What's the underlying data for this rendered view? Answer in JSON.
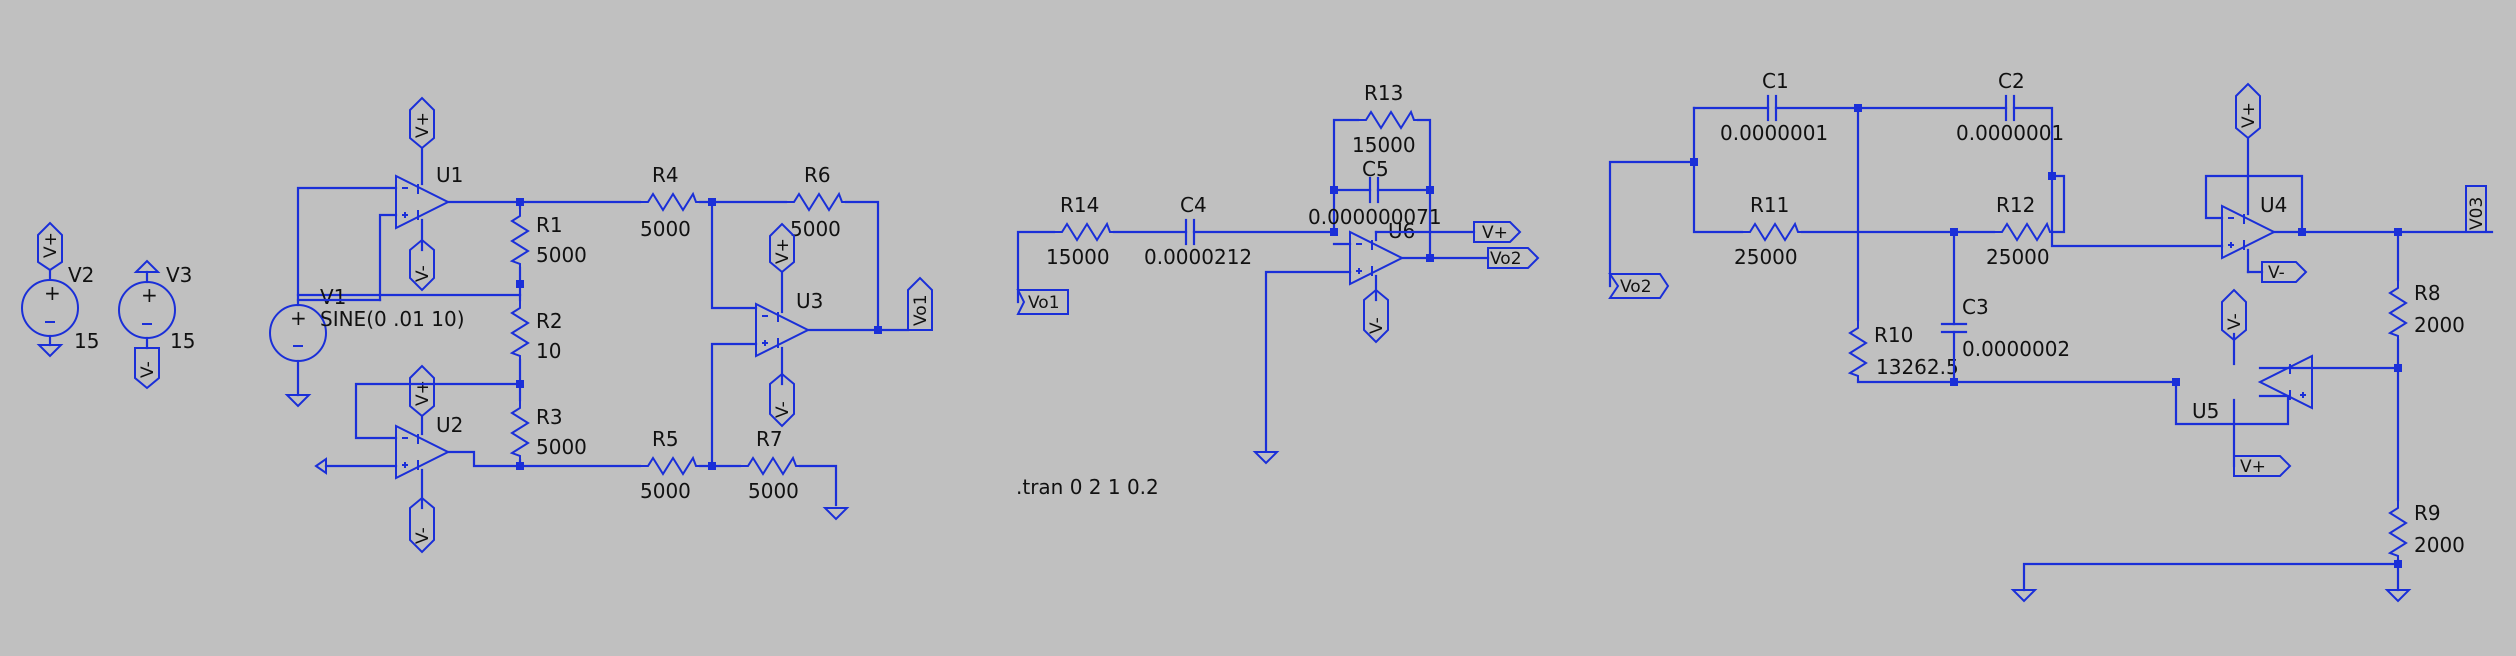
{
  "colors": {
    "background": "#c0c0c0",
    "wire": "#1a2fd8",
    "text": "#111111"
  },
  "directive": ".tran 0 2 1 0.2",
  "labels": {
    "vplus": "V+",
    "vminus": "V-",
    "vo1": "Vo1",
    "vo2": "Vo2",
    "vo3": "V03"
  },
  "sources": {
    "V1": {
      "name": "V1",
      "value": "SINE(0 .01 10)"
    },
    "V2": {
      "name": "V2",
      "value": "15"
    },
    "V3": {
      "name": "V3",
      "value": "15"
    }
  },
  "opamps": {
    "U1": "U1",
    "U2": "U2",
    "U3": "U3",
    "U4": "U4",
    "U5": "U5",
    "U6": "U6"
  },
  "resistors": {
    "R1": {
      "name": "R1",
      "value": "5000"
    },
    "R2": {
      "name": "R2",
      "value": "10"
    },
    "R3": {
      "name": "R3",
      "value": "5000"
    },
    "R4": {
      "name": "R4",
      "value": "5000"
    },
    "R5": {
      "name": "R5",
      "value": "5000"
    },
    "R6": {
      "name": "R6",
      "value": "5000"
    },
    "R7": {
      "name": "R7",
      "value": "5000"
    },
    "R8": {
      "name": "R8",
      "value": "2000"
    },
    "R9": {
      "name": "R9",
      "value": "2000"
    },
    "R10": {
      "name": "R10",
      "value": "13262.5"
    },
    "R11": {
      "name": "R11",
      "value": "25000"
    },
    "R12": {
      "name": "R12",
      "value": "25000"
    },
    "R13": {
      "name": "R13",
      "value": "15000"
    },
    "R14": {
      "name": "R14",
      "value": "15000"
    }
  },
  "capacitors": {
    "C1": {
      "name": "C1",
      "value": "0.0000001"
    },
    "C2": {
      "name": "C2",
      "value": "0.0000001"
    },
    "C3": {
      "name": "C3",
      "value": "0.0000002"
    },
    "C4": {
      "name": "C4",
      "value": "0.0000212"
    },
    "C5": {
      "name": "C5",
      "value": "0.000000071"
    }
  }
}
